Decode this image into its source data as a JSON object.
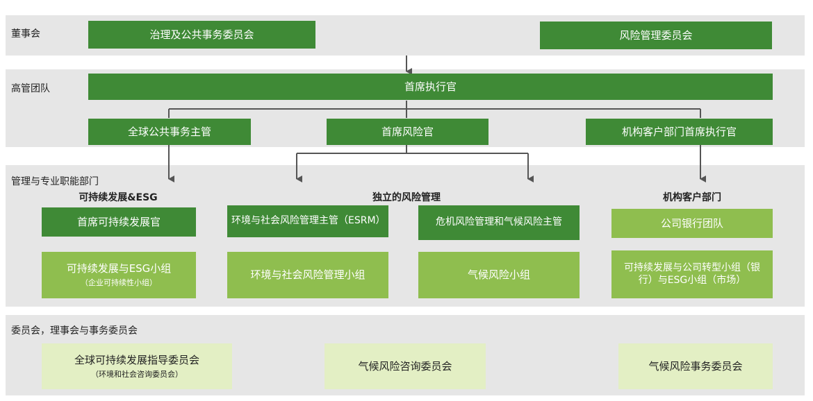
{
  "bands": {
    "board": "董事会",
    "senior": "高管团队",
    "functions": "管理与专业职能部门",
    "committees": "委员会，理事会与事务委员会"
  },
  "board": {
    "governance": "治理及公共事务委员会",
    "risk_committee": "风险管理委员会"
  },
  "senior": {
    "ceo": "首席执行官",
    "public_affairs": "全球公共事务主管",
    "cro": "首席风险官",
    "institutional_ceo": "机构客户部门首席执行官"
  },
  "groups": {
    "sustainability": {
      "title": "可持续发展&ESG",
      "head": "首席可持续发展官",
      "team": "可持续发展与ESG小组",
      "team_sub": "（企业可持续性小组）"
    },
    "risk": {
      "title": "独立的风险管理",
      "esrm_head": "环境与社会风险管理主管（ESRM）",
      "crisis_head": "危机风险管理和气候风险主管",
      "esrm_team": "环境与社会风险管理小组",
      "climate_team": "气候风险小组"
    },
    "institutional": {
      "title": "机构客户部门",
      "head": "公司银行团队",
      "team": "可持续发展与公司转型小组（银行）与ESG小组（市场）"
    }
  },
  "committees": {
    "steering": "全球可持续发展指导委员会",
    "steering_sub": "（环境和社会咨询委员会）",
    "advisory": "气候风险咨询委员会",
    "affairs": "气候风险事务委员会"
  },
  "colors": {
    "band_bg": "#e6e6e6",
    "dark_green": "#3f8a36",
    "light_green": "#8fbe4f",
    "pale_green": "#e3efc4",
    "connector": "#555555"
  }
}
